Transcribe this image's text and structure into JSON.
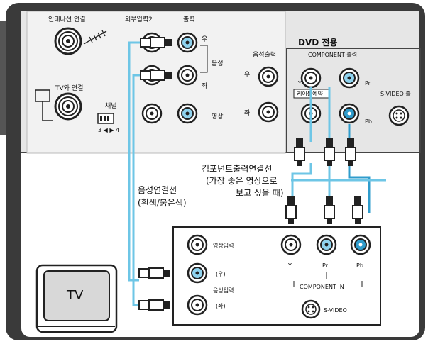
{
  "vcr_panel": {
    "antenna_label": "안테나선 연결",
    "tv_connect_label": "TV와 연결",
    "channel_label": "채널",
    "channel_range": "3 ◀ ▶ 4",
    "ext_input_label": "외부입력2",
    "output_label": "출력",
    "right_label": "우",
    "left_label": "좌",
    "audio_label": "음성",
    "video_label": "영상",
    "audio_out_label": "음성출력",
    "audio_out_right": "우",
    "audio_out_left": "좌"
  },
  "dvd_section": {
    "title": "DVD 전용",
    "component_out_label": "COMPONENT 출력",
    "y_label": "Y",
    "pr_label": "Pr",
    "pb_label": "Pb",
    "svideo_out_label": "S-VIDEO 출",
    "cable_mode_label": "케이블예약"
  },
  "cables": {
    "component_caption": [
      "컴포넌트출력연결선",
      "(가장 좋은 영상으로",
      "보고 싶을 때)"
    ],
    "audio_caption": [
      "음성연결선",
      "(흰색/붉은색)"
    ]
  },
  "tv_panel": {
    "video_in_label": "영상입력",
    "audio_in_label": "음성입력",
    "right_label": "(우)",
    "left_label": "(좌)",
    "y_label": "Y",
    "pr_label": "Pr",
    "pb_label": "Pb",
    "component_in_label": "COMPONENT IN",
    "svideo_label": "S-VIDEO"
  },
  "tv": {
    "screen_label": "TV"
  },
  "colors": {
    "cable_blue": "#6ec6e6",
    "connector_blue": "#2f9ccc",
    "panel_gray": "#e6e6e6",
    "frame_dark": "#3a3a3a"
  }
}
